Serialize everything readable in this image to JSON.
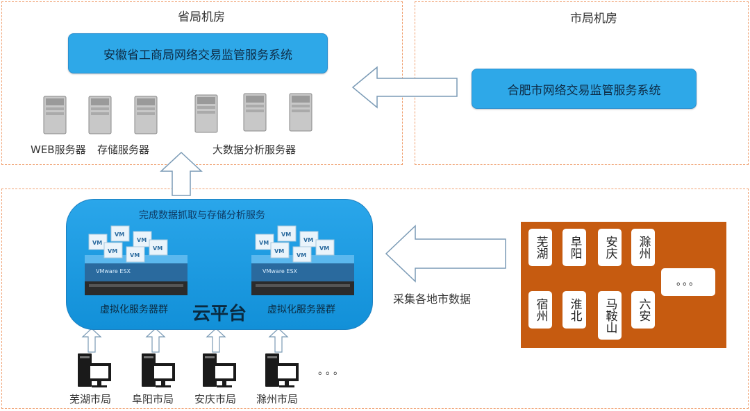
{
  "province_room": {
    "title": "省局机房",
    "system_label": "安徽省工商局网络交易监管服务系统",
    "server_labels": [
      "WEB服务器",
      "存储服务器",
      "大数据分析服务器"
    ]
  },
  "city_room": {
    "title": "市局机房",
    "system_label": "合肥市网络交易监管服务系统"
  },
  "cloud": {
    "caption": "完成数据抓取与存储分析服务",
    "title": "云平台",
    "cluster_label": "虚拟化服务器群",
    "vm_label": "VM",
    "esx_label": "VMware ESX"
  },
  "collect_label": "采集各地市数据",
  "cities": [
    "芜湖",
    "阜阳",
    "安庆",
    "滁州",
    "宿州",
    "淮北",
    "马鞍山",
    "六安",
    "。。。"
  ],
  "bureaus": [
    "芜湖市局",
    "阜阳市局",
    "安庆市局",
    "滁州市局",
    "。。。"
  ],
  "colors": {
    "blue": "#2ea8e8",
    "orange": "#c65b10",
    "dash": "#f0a070"
  }
}
